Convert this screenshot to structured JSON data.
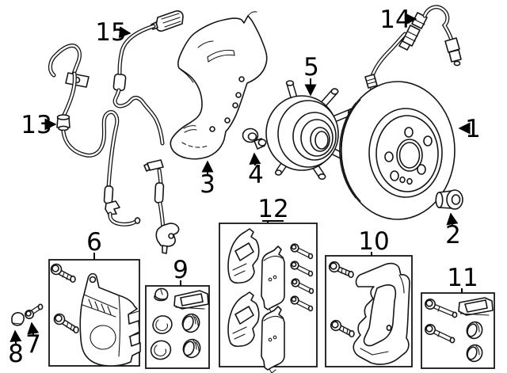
{
  "figure": {
    "kind": "exploded-parts-diagram",
    "background": "#ffffff",
    "line_color": "#151515",
    "label_color": "#000000"
  },
  "callouts": [
    {
      "number": "1",
      "part": "brake-rotor"
    },
    {
      "number": "2",
      "part": "rotor-mounting-bolt"
    },
    {
      "number": "3",
      "part": "brake-dust-shield"
    },
    {
      "number": "4",
      "part": "hub-mounting-bolt"
    },
    {
      "number": "5",
      "part": "wheel-hub-and-bearing"
    },
    {
      "number": "6",
      "part": "brake-caliper-with-bolts"
    },
    {
      "number": "7",
      "part": "bleeder-screw"
    },
    {
      "number": "8",
      "part": "bleeder-screw-cap"
    },
    {
      "number": "9",
      "part": "caliper-seal-hardware-kit"
    },
    {
      "number": "10",
      "part": "caliper-mounting-bracket"
    },
    {
      "number": "11",
      "part": "caliper-guide-pin-kit"
    },
    {
      "number": "12",
      "part": "brake-pad-set-with-bolts"
    },
    {
      "number": "13",
      "part": "abs-sensor-wire-harness"
    },
    {
      "number": "14",
      "part": "brake-flex-hose"
    },
    {
      "number": "15",
      "part": "abs-wheel-speed-sensor"
    }
  ]
}
